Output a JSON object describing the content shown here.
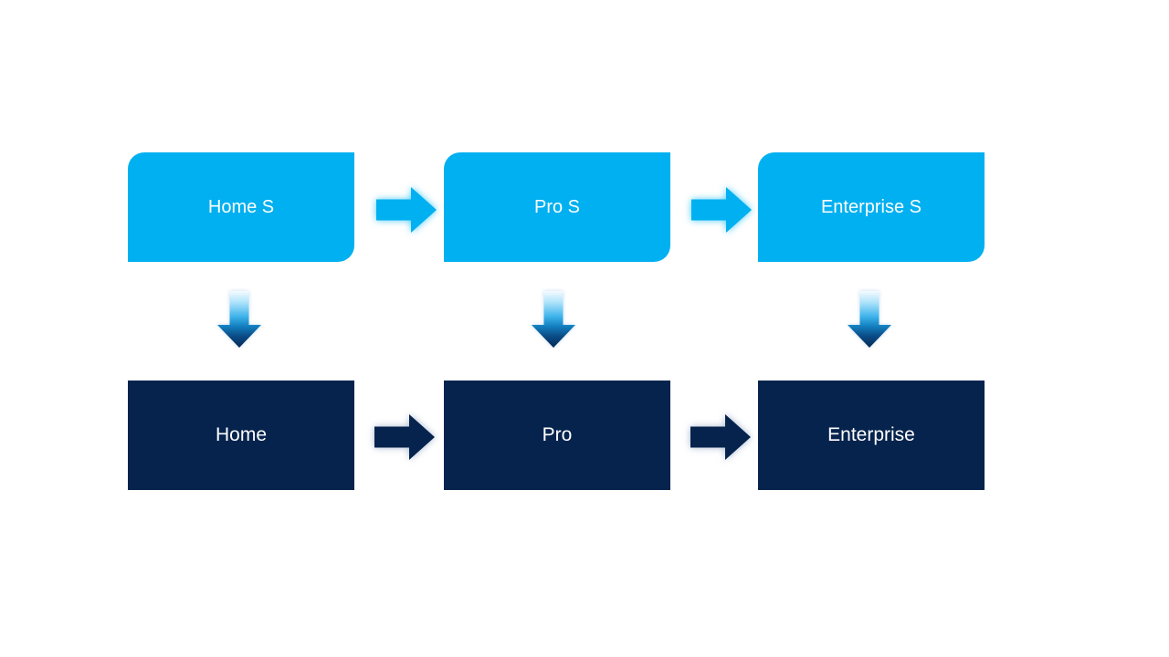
{
  "diagram": {
    "type": "flow-diagram",
    "background": "#ffffff",
    "colors": {
      "top_box": "#00b0f0",
      "bottom_box": "#05234d",
      "label_text": "#ffffff"
    },
    "columns": [
      {
        "top_label": "Home S",
        "bottom_label": "Home"
      },
      {
        "top_label": "Pro S",
        "bottom_label": "Pro"
      },
      {
        "top_label": "Enterprise S",
        "bottom_label": "Enterprise"
      }
    ],
    "connectors": {
      "top_row_arrows": {
        "count": 2,
        "direction": "right",
        "style": "solid cyan with outer glow"
      },
      "bottom_row_arrows": {
        "count": 2,
        "direction": "right",
        "style": "solid navy with outer glow"
      },
      "column_arrows": {
        "count": 3,
        "direction": "down",
        "style": "vertical gradient white to cyan to navy"
      }
    }
  }
}
